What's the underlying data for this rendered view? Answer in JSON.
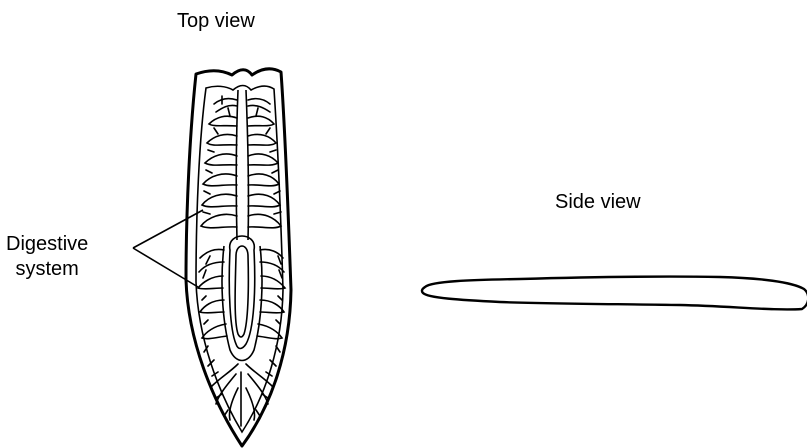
{
  "labels": {
    "top_view": "Top view",
    "side_view": "Side view",
    "digestive_line1": "Digestive",
    "digestive_line2": "system"
  },
  "colors": {
    "stroke": "#000000",
    "fill": "#ffffff"
  }
}
